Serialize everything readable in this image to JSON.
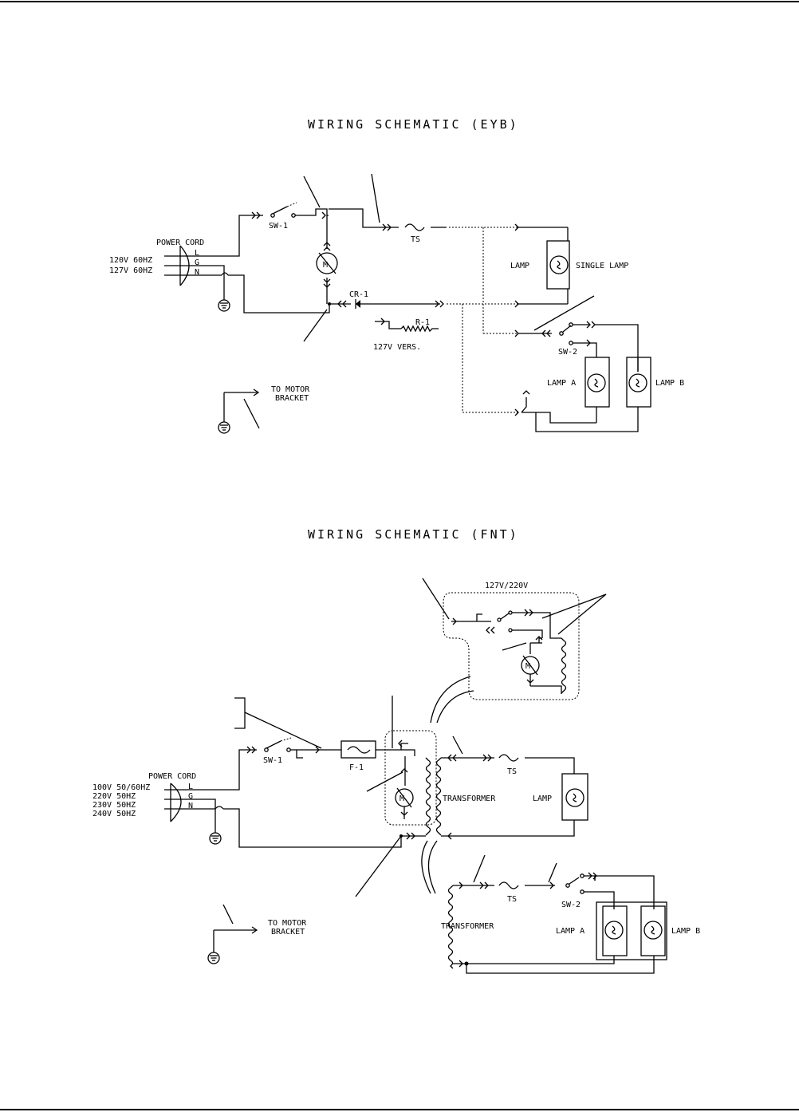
{
  "eyb": {
    "title": "WIRING SCHEMATIC (EYB)",
    "power_cord": "POWER CORD",
    "voltage_1": "120V 60HZ",
    "voltage_2": "127V 60HZ",
    "pin_l": "L",
    "pin_g": "G",
    "pin_n": "N",
    "sw1": "SW-1",
    "motor": "M",
    "ts": "TS",
    "cr1": "CR-1",
    "r1": "R-1",
    "vers_127": "127V VERS.",
    "lamp": "LAMP",
    "single_lamp": "SINGLE LAMP",
    "sw2": "SW-2",
    "lamp_a": "LAMP A",
    "lamp_b": "LAMP B",
    "to_motor": "TO MOTOR",
    "bracket": "BRACKET"
  },
  "fnt": {
    "title": "WIRING SCHEMATIC (FNT)",
    "box_label": "127V/220V",
    "power_cord": "POWER CORD",
    "voltage_1": "100V 50/60HZ",
    "voltage_2": "220V 50HZ",
    "voltage_3": "230V 50HZ",
    "voltage_4": "240V 50HZ",
    "pin_l": "L",
    "pin_g": "G",
    "pin_n": "N",
    "sw1": "SW-1",
    "f1": "F-1",
    "motor": "M",
    "ts": "TS",
    "transformer": "TRANSFORMER",
    "lamp": "LAMP",
    "sw2": "SW-2",
    "lamp_a": "LAMP A",
    "lamp_b": "LAMP B",
    "to_motor": "TO MOTOR",
    "bracket": "BRACKET"
  }
}
